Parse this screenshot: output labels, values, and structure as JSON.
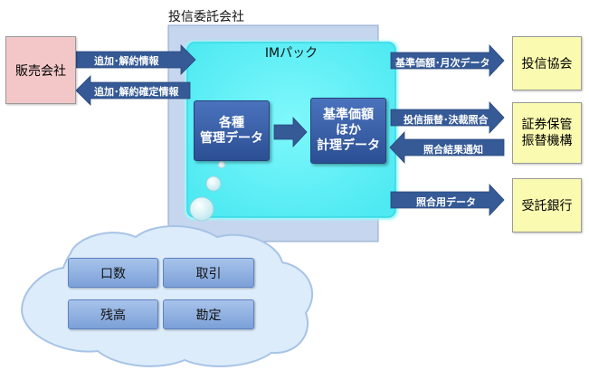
{
  "trust_company": {
    "label": "投信委託会社"
  },
  "im_pack": {
    "label": "IMパック"
  },
  "internal_boxes": {
    "mgmt_data": "各種\n管理データ",
    "calc_data": "基準価額\nほか\n計理データ"
  },
  "external_entities": {
    "distributor": "販売会社",
    "trust_association": "投信協会",
    "securities_depository": "証券保管\n振替機構",
    "custodian_bank": "受託銀行"
  },
  "flows": {
    "subscription_info": "追加･解約情報",
    "confirmed_info": "追加･解約確定情報",
    "nav_monthly_data": "基準価額･月次データ",
    "transfer_settlement": "投信振替･決裁照合",
    "matching_result": "照合結果通知",
    "matching_data": "照合用データ"
  },
  "cloud_items": [
    "口数",
    "取引",
    "残高",
    "勘定"
  ],
  "colors": {
    "outer_panel": "#c5d6ee",
    "im_pack": "#5ef2f8",
    "dark_blue": "#2f5597",
    "arrow_blue": "#355a96",
    "distributor": "#f3c7c8",
    "partner": "#fafab0",
    "cloud": "#dcecfb"
  }
}
